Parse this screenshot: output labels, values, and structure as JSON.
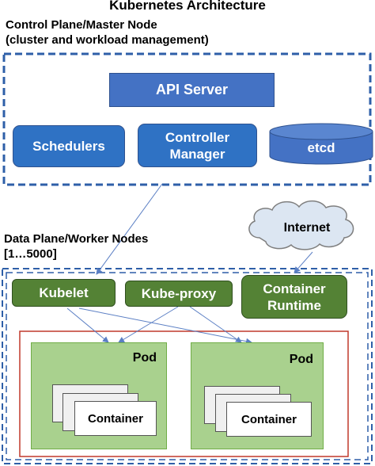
{
  "title": "Kubernetes Architecture",
  "control_plane": {
    "heading_line1": "Control Plane/Master Node",
    "heading_line2": "(cluster and workload management)",
    "api_server": "API Server",
    "schedulers": "Schedulers",
    "controller_manager_line1": "Controller",
    "controller_manager_line2": "Manager",
    "etcd": "etcd"
  },
  "data_plane": {
    "heading_line1": "Data Plane/Worker Nodes",
    "heading_line2": "[1…5000]",
    "kubelet": "Kubelet",
    "kube_proxy": "Kube-proxy",
    "container_runtime_line1": "Container",
    "container_runtime_line2": "Runtime",
    "pods": [
      {
        "label": "Pod",
        "container": "Container"
      },
      {
        "label": "Pod",
        "container": "Container"
      }
    ]
  },
  "internet": "Internet",
  "colors": {
    "control_plane_blue": "#4472c4",
    "worker_green": "#548235",
    "pod_green": "#a9d18e",
    "dashed_border": "#2e5fa8",
    "pod_frame_red": "#c0392b",
    "cloud_fill": "#dce6f2"
  }
}
